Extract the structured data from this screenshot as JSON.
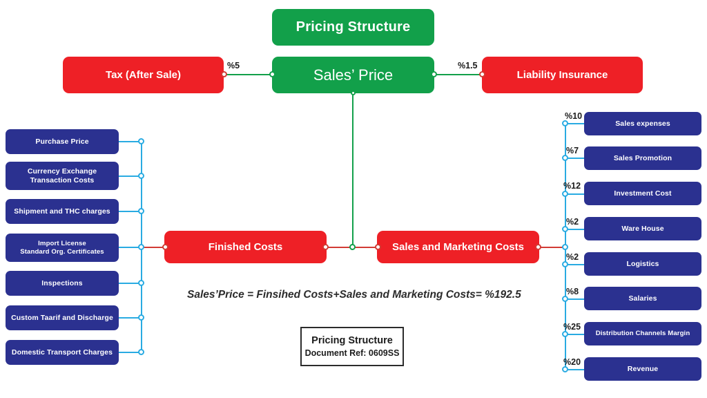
{
  "diagram": {
    "title_node": {
      "label": "Pricing Structure"
    },
    "hub": {
      "label": "Sales’ Price"
    },
    "tax": {
      "label": "Tax (After Sale)",
      "percent": "%5"
    },
    "liability": {
      "label": "Liability Insurance",
      "percent": "%1.5"
    },
    "finished_costs": {
      "label": "Finished Costs"
    },
    "sales_marketing": {
      "label": "Sales and Marketing Costs"
    },
    "formula": "Sales’Price = Finsihed Costs+Sales and Marketing Costs= %192.5",
    "doc": {
      "title": "Pricing Structure",
      "reference": "Document Ref: 0609SS"
    },
    "cost_items": [
      {
        "label": "Purchase Price"
      },
      {
        "label": "Currency Exchange\nTransaction Costs"
      },
      {
        "label": "Shipment and THC charges"
      },
      {
        "label": "Import License\nStandard Org. Certificates"
      },
      {
        "label": "Inspections"
      },
      {
        "label": "Custom Taarif and Discharge"
      },
      {
        "label": "Domestic Transport Charges"
      }
    ],
    "marketing_items": [
      {
        "label": "Sales expenses",
        "percent": "%10"
      },
      {
        "label": "Sales Promotion",
        "percent": "%7"
      },
      {
        "label": "Investment Cost",
        "percent": "%12"
      },
      {
        "label": "Ware House",
        "percent": "%2"
      },
      {
        "label": "Logistics",
        "percent": "%2"
      },
      {
        "label": "Salaries",
        "percent": "%8"
      },
      {
        "label": "Distribution Channels Margin",
        "percent": "%25"
      },
      {
        "label": "Revenue",
        "percent": "%20"
      }
    ],
    "colors": {
      "green": "#12A04A",
      "red": "#EE2026",
      "blue": "#2B3190",
      "connector": "#29ABE2",
      "red_connector": "#D23B34",
      "text_dark": "#1b1b1b"
    }
  }
}
